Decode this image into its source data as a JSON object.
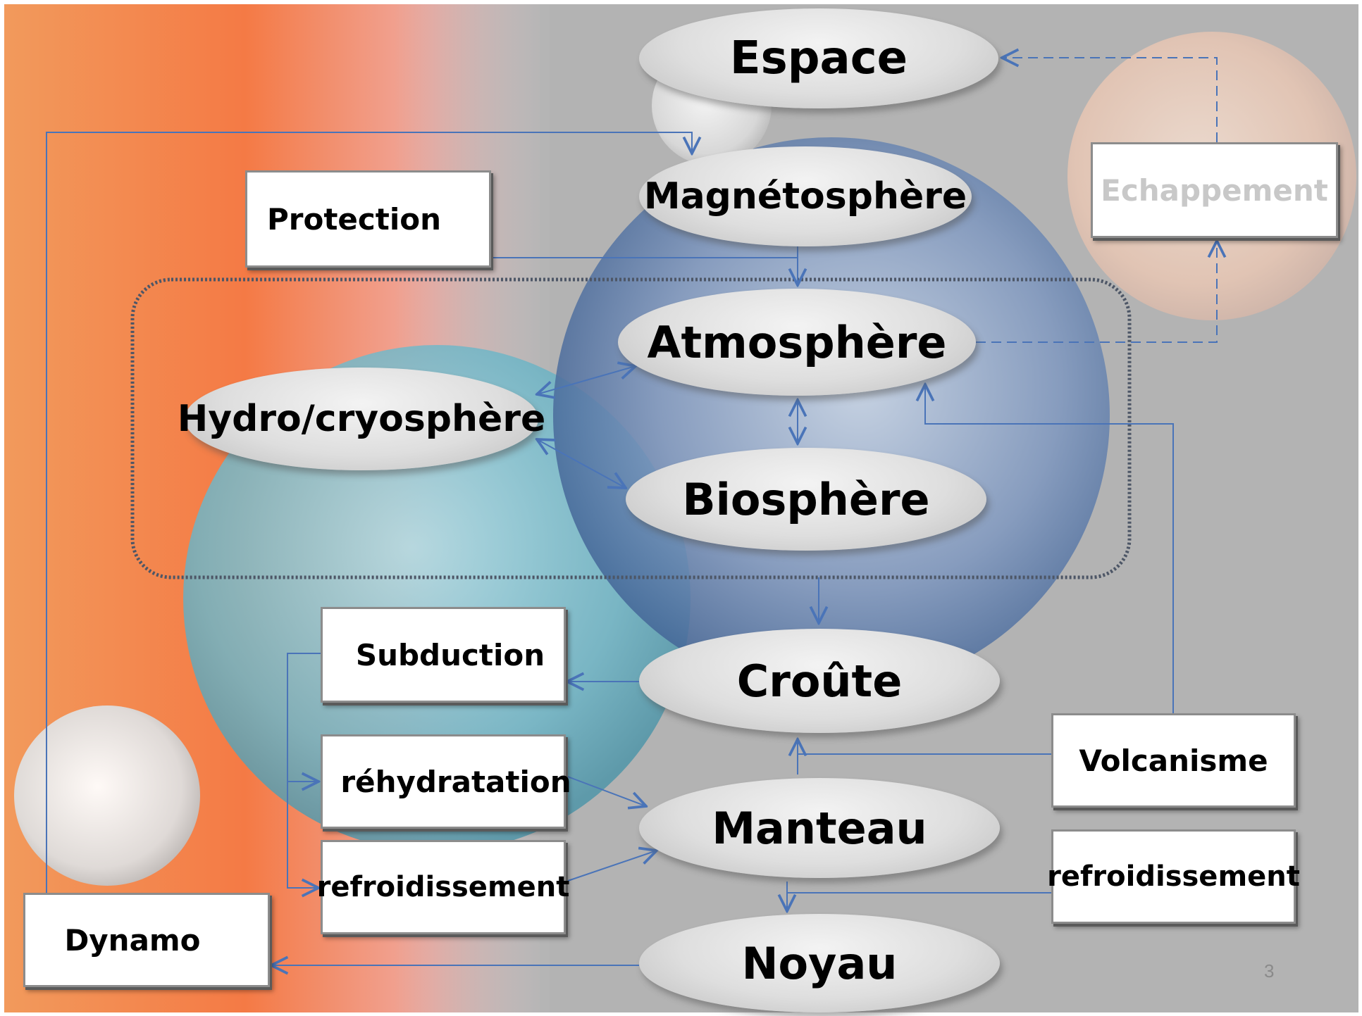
{
  "spheres": {
    "espace": "Espace",
    "magnetosphere": "Magnétosphère",
    "atmosphere": "Atmosphère",
    "hydro": "Hydro/cryosphère",
    "biosphere": "Biosphère",
    "croute": "Croûte",
    "manteau": "Manteau",
    "noyau": "Noyau"
  },
  "processes": {
    "protection": "Protection",
    "echappement": "Echappement",
    "subduction": "Subduction",
    "rehydratation": "réhydratation",
    "refroidissement_left": "refroidissement",
    "volcanisme": "Volcanisme",
    "refroidissement_right": "refroidissement",
    "dynamo": "Dynamo"
  },
  "slide_number": "3",
  "colors": {
    "arrow": "#4a74b8",
    "ellipse_fill": "#dcdcdc",
    "background_grey": "#b4b4b4",
    "sun_orange": "#f07a3c",
    "echappement_text": "#c8c8c8"
  }
}
